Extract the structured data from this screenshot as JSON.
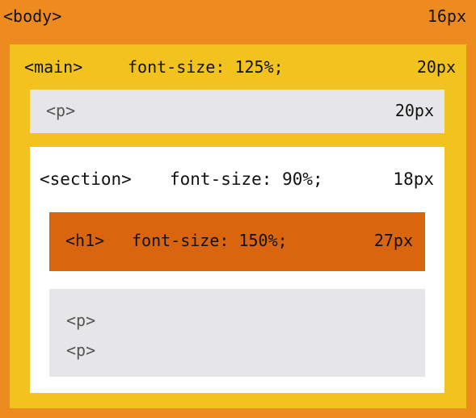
{
  "colors": {
    "body": "#ED8B1E",
    "main": "#F2C31E",
    "p": "#E6E6E8",
    "section": "#FFFFFF",
    "h1": "#D9650F"
  },
  "body": {
    "tag": "<body>",
    "computed": "16px"
  },
  "main": {
    "tag": "<main>",
    "rule": "font-size: 125%;",
    "computed": "20px"
  },
  "p_first": {
    "tag": "<p>",
    "computed": "20px"
  },
  "section": {
    "tag": "<section>",
    "rule": "font-size: 90%;",
    "computed": "18px"
  },
  "h1": {
    "tag": "<h1>",
    "rule": "font-size: 150%;",
    "computed": "27px"
  },
  "p_group": {
    "tags": [
      "<p>",
      "<p>"
    ]
  }
}
